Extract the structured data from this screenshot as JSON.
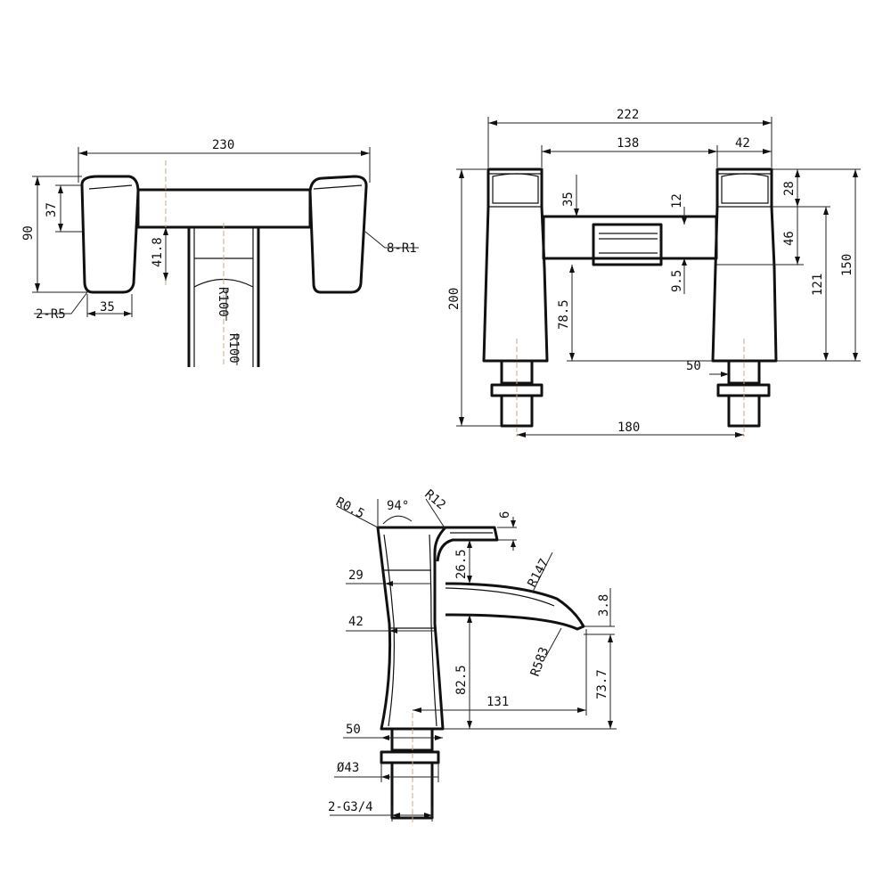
{
  "top_view": {
    "width_total": "230",
    "height_total": "90",
    "handle_height": "37",
    "spout_offset": "41.8",
    "base_width": "35",
    "corner_radius": "2-R5",
    "handle_radius": "8-R1",
    "arc_radius_1": "R100",
    "arc_radius_2": "R100"
  },
  "front_view": {
    "overall_width": "222",
    "handle_spacing": "138",
    "handle_width": "42",
    "spout_height": "35",
    "spout_lip": "12",
    "spout_gap": "9.5",
    "column_height": "78.5",
    "overall_height": "200",
    "height_28": "28",
    "height_46": "46",
    "height_121": "121",
    "height_150": "150",
    "base_diameter": "50",
    "centre_distance": "180"
  },
  "side_view": {
    "top_radius": "R0.5",
    "angle": "94°",
    "lip_radius": "R12",
    "lip_thickness": "6",
    "spout_length_offset": "26.5",
    "spout_radius": "R147",
    "width_29": "29",
    "tip_thickness": "3.8",
    "width_42": "42",
    "underside_radius": "R583",
    "spout_height": "82.5",
    "spout_reach": "131",
    "tip_height": "73.7",
    "base_width": "50",
    "thread_diameter": "Ø43",
    "thread_spec": "2-G3/4"
  },
  "icons": {
    "arrow": "dimension-arrow-icon"
  }
}
